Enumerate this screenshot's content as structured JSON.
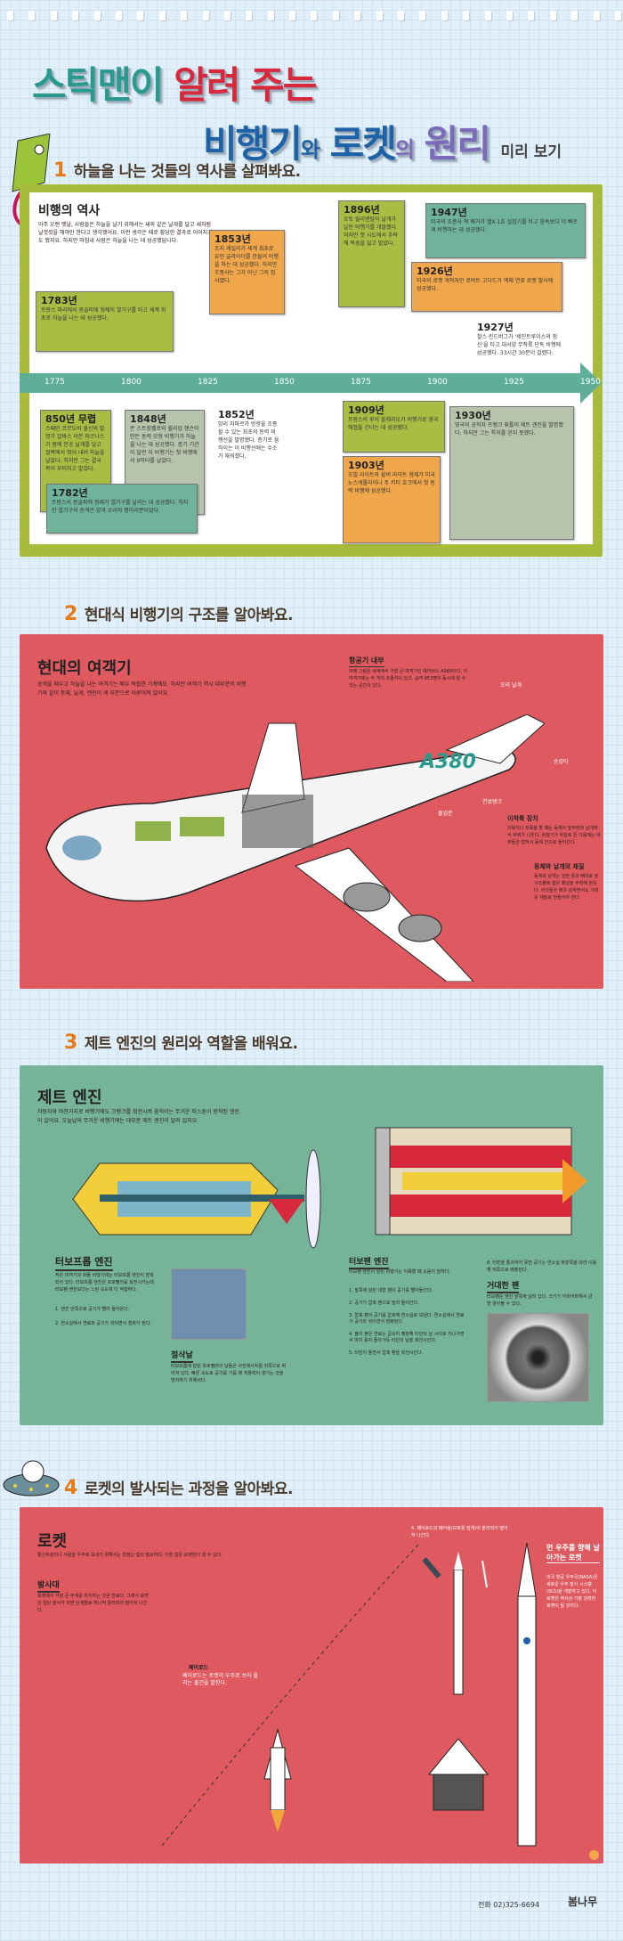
{
  "title": {
    "part1": "스틱맨이",
    "part2": "알려 주는",
    "part3": "비행기",
    "part4": "와",
    "part5": "로켓",
    "part6": "의",
    "part7": "원리",
    "suffix": "미리 보기"
  },
  "colors": {
    "teal": "#2a9a8e",
    "red": "#d8283c",
    "blue": "#1e63a8",
    "purple": "#7b6bb8",
    "olive": "#a8bb3a",
    "coral": "#de5960",
    "green": "#75b498",
    "accent": "#e67a16"
  },
  "sections": [
    {
      "num": "1",
      "title": "하늘을 나는 것들의 역사를 살펴봐요."
    },
    {
      "num": "2",
      "title": "현대식 비행기의 구조를 알아봐요."
    },
    {
      "num": "3",
      "title": "제트 엔진의 원리와 역할을 배워요."
    },
    {
      "num": "4",
      "title": "로켓의 발사되는 과정을 알아봐요."
    }
  ],
  "history": {
    "heading": "비행의 역사",
    "intro": "아주 오랜 옛날, 사람들은 하늘을 날기 위해서는 새와 같은 날개를 달고 새처럼 날갯짓을 해야만 한다고 생각했어요. 이런 생각은 때로 황당한 결과로 이어지기도 했지요. 하지만 마침내 사람은 하늘을 나는 데 성공했답니다.",
    "years": [
      "1775",
      "1800",
      "1825",
      "1850",
      "1875",
      "1900",
      "1925",
      "1950"
    ],
    "events": [
      {
        "year": "1783년",
        "text": "프랑스 파리에서 몽골피에 형제의 열기구를 타고 세계 최초로 하늘을 나는 데 성공했다."
      },
      {
        "year": "1853년",
        "text": "조지 케일리가 세계 최초로 유인 글라이더를 만들어 비행을 하는 데 성공했다. 하지만 조종사는 그가 아닌 그의 집사였다."
      },
      {
        "year": "1896년",
        "text": "오토 릴리엔탈이 날개가 달린 비행기를 개발했다. 하지만 첫 시도에서 추락해 목숨을 잃고 말았다."
      },
      {
        "year": "1947년",
        "text": "미국의 조종사 척 예거가 벨X-1호 실험기를 타고 음속보다 더 빠르게 비행하는 데 성공했다."
      },
      {
        "year": "1926년",
        "text": "미국의 로켓 개척자인 로버트 고다드가 액체 연료 로켓 발사에 성공했다."
      },
      {
        "year": "1927년",
        "text": "찰스 린드버그가 '세인트루이스의 정신'을 타고 대서양 무착륙 단독 비행에 성공했다. 33시간 30분이 걸렸다."
      },
      {
        "year": "850년 무렵",
        "text": "스페인 코르도바 출신의 발명가 압바스 이븐 피르나스가 몸에 인공 날개를 달고 절벽에서 뛰어 내려 하늘을 날았다. 하지만 그는 결국 목이 부러지고 말았다."
      },
      {
        "year": "1848년",
        "text": "존 스트링펠로와 윌리엄 헨슨이 만든 동력 모형 비행기가 하늘을 나는 데 성공했다. 증기 기관이 달린 이 비행기는 첫 비행에서 9미터를 날았다."
      },
      {
        "year": "1852년",
        "text": "앙리 지파르가 방향을 조종할 수 있는 최초의 동력 비행선을 발명했다. 증기로 움직이는 이 비행선에는 수소가 채워졌다."
      },
      {
        "year": "1782년",
        "text": "프랑스의 몽골피에 형제가 열기구를 날리는 데 성공했다. 하지만 열기구의 승객은 양과 오리와 병아리뿐이었다."
      },
      {
        "year": "1909년",
        "text": "프랑스의 루이 블레리오가 비행기로 영국 해협을 건너는 데 성공했다."
      },
      {
        "year": "1903년",
        "text": "오빌 라이트와 윌버 라이트 형제가 미국 노스캐롤라이나 주 키티 호크에서 첫 동력 비행에 성공했다."
      },
      {
        "year": "1930년",
        "text": "영국의 공학자 프랭크 휘틀이 제트 엔진을 발명했다. 하지만 그는 특허를 얻지 못했다."
      }
    ]
  },
  "airliner": {
    "heading": "현대의 여객기",
    "intro": "승객을 태우고 하늘을 나는 여객기는 매우 복잡한 기계예요. 하지만 여객기 역시 대부분의 비행기와 같이 동체, 날개, 엔진이 세 부분으로 이루어져 있어요.",
    "interior_title": "항공기 내부",
    "interior_text": "아래 그림은 세계에서 가장 큰 여객기인 에어버스 A380이다. 이 여객기에는 두 개의 조종석이 있고, 승객 853명이 동시에 탈 수 있는 공간이 있다.",
    "logo": "A380",
    "labels": [
      "꼬리 날개",
      "승강타",
      "연료탱크",
      "출입문"
    ],
    "landing_title": "이착륙 장치",
    "landing_text": "이륙이나 착륙을 할 때는 동체의 앞부분과 날개에서 바퀴가 나온다. 비행기가 하늘로 뜬 다음에는 바퀴들은 접혀서 동체 안으로 들어간다.",
    "material_title": "동체와 날개의 재질",
    "material_text": "동체와 날개는 강한 틀과 뼈대로 된 구조물에 얇은 패널을 부착해 만든다. 이것들은 매우 강하면서도 가벼운 재질로 만들어야 한다."
  },
  "jet": {
    "heading": "제트 엔진",
    "intro": "자동차와 마찬가지로 비행기에도 크랭크를 회전시켜 움직이는 무거운 피스톤이 장착된 엔진이 있어요. 오늘날의 무거운 비행기에는 대부분 제트 엔진이 달려 있지요.",
    "turboprop_title": "터보프롭 엔진",
    "turboprop_text": "작은 여객기와 화물 비행기에는 터보프롭 엔진이 장착되어 있다. 터보프롭 엔진은 프로펠러를 회전시키는데, 터보팬 엔진보다는 느린 속도에 더 적합하다.",
    "turboprop_steps": [
      "1. 엔진 안쪽으로 공기가 빨려 들어온다.",
      "2. 연소실에서 연료와 공기가 섞이면서 점화가 된다."
    ],
    "blade_title": "절삭날",
    "blade_text": "터보프롭에 달린 프로펠러의 날들은 사진에서처럼 뒤쪽으로 휘어져 있다. 빠른 속도로 공기를 가를 때 저항력이 생기는 것을 방지하기 위해서다.",
    "turbofan_title": "터보팬 엔진",
    "turbofan_text": "터보팬 엔진이 달린 비행기는 이륙할 때 소음이 덜하다.",
    "turbofan_steps": [
      "1. 앞쪽에 달린 대형 팬이 공기를 빨아들인다.",
      "2. 공기가 압축 팬으로 밀려 들어간다.",
      "3. 압축 팬이 공기를 압축해 연소실로 보낸다. 연소실에서 연료가 공기와 섞이면서 점화된다.",
      "4. 불이 붙은 연료는 급속히 팽창해 터빈의 날 사이로 지나가면서 마치 풍차 돌아가듯 터빈의 날을 회전시킨다.",
      "5. 터빈이 돌면서 압축 팬을 회전시킨다.",
      "8. 터빈을 통과하지 못한 공기는 연소실 바깥쪽을 따라 이동해 뒤쪽으로 배출된다."
    ],
    "fan_title": "거대한 팬",
    "fan_text": "터보팬은 엔진 앞쪽에 달려 있다. 크기가 어마어마해서 금방 알아볼 수 있다."
  },
  "rocket": {
    "heading": "로켓",
    "intro": "통신위성이나 사람을 우주로 보내기 위해서는 엄청난 힘이 필요하다. 이런 힘은 로켓만이 낼 수 있다.",
    "pad_title": "발사대",
    "pad_text": "로켓에서 가장 큰 무게를 차지하는 것은 연료다. 그래서 로켓은 일단 발사가 되면 단계별로 하나씩 분리되어 떨어져 나간다.",
    "payload_title": "페이로드",
    "payload_text": "페이로드는 로켓이 우주로 쏘아 올리는 물건을 말한다.",
    "stage4": "4. 페이로드의 페어링(보호용 덮개)이 분리되어 떨어져 나간다.",
    "sls_title": "먼 우주를 향해 날아가는 로켓",
    "sls_text": "미국 항공 우주국(NASA)은 새로운 우주 발사 시스템(SLS)을 개발하고 있다. 이 로켓은 역사상 가장 강력한 로켓이 될 것이다."
  },
  "footer": {
    "phone": "전화 02)325-6694",
    "publisher": "봄나무"
  }
}
